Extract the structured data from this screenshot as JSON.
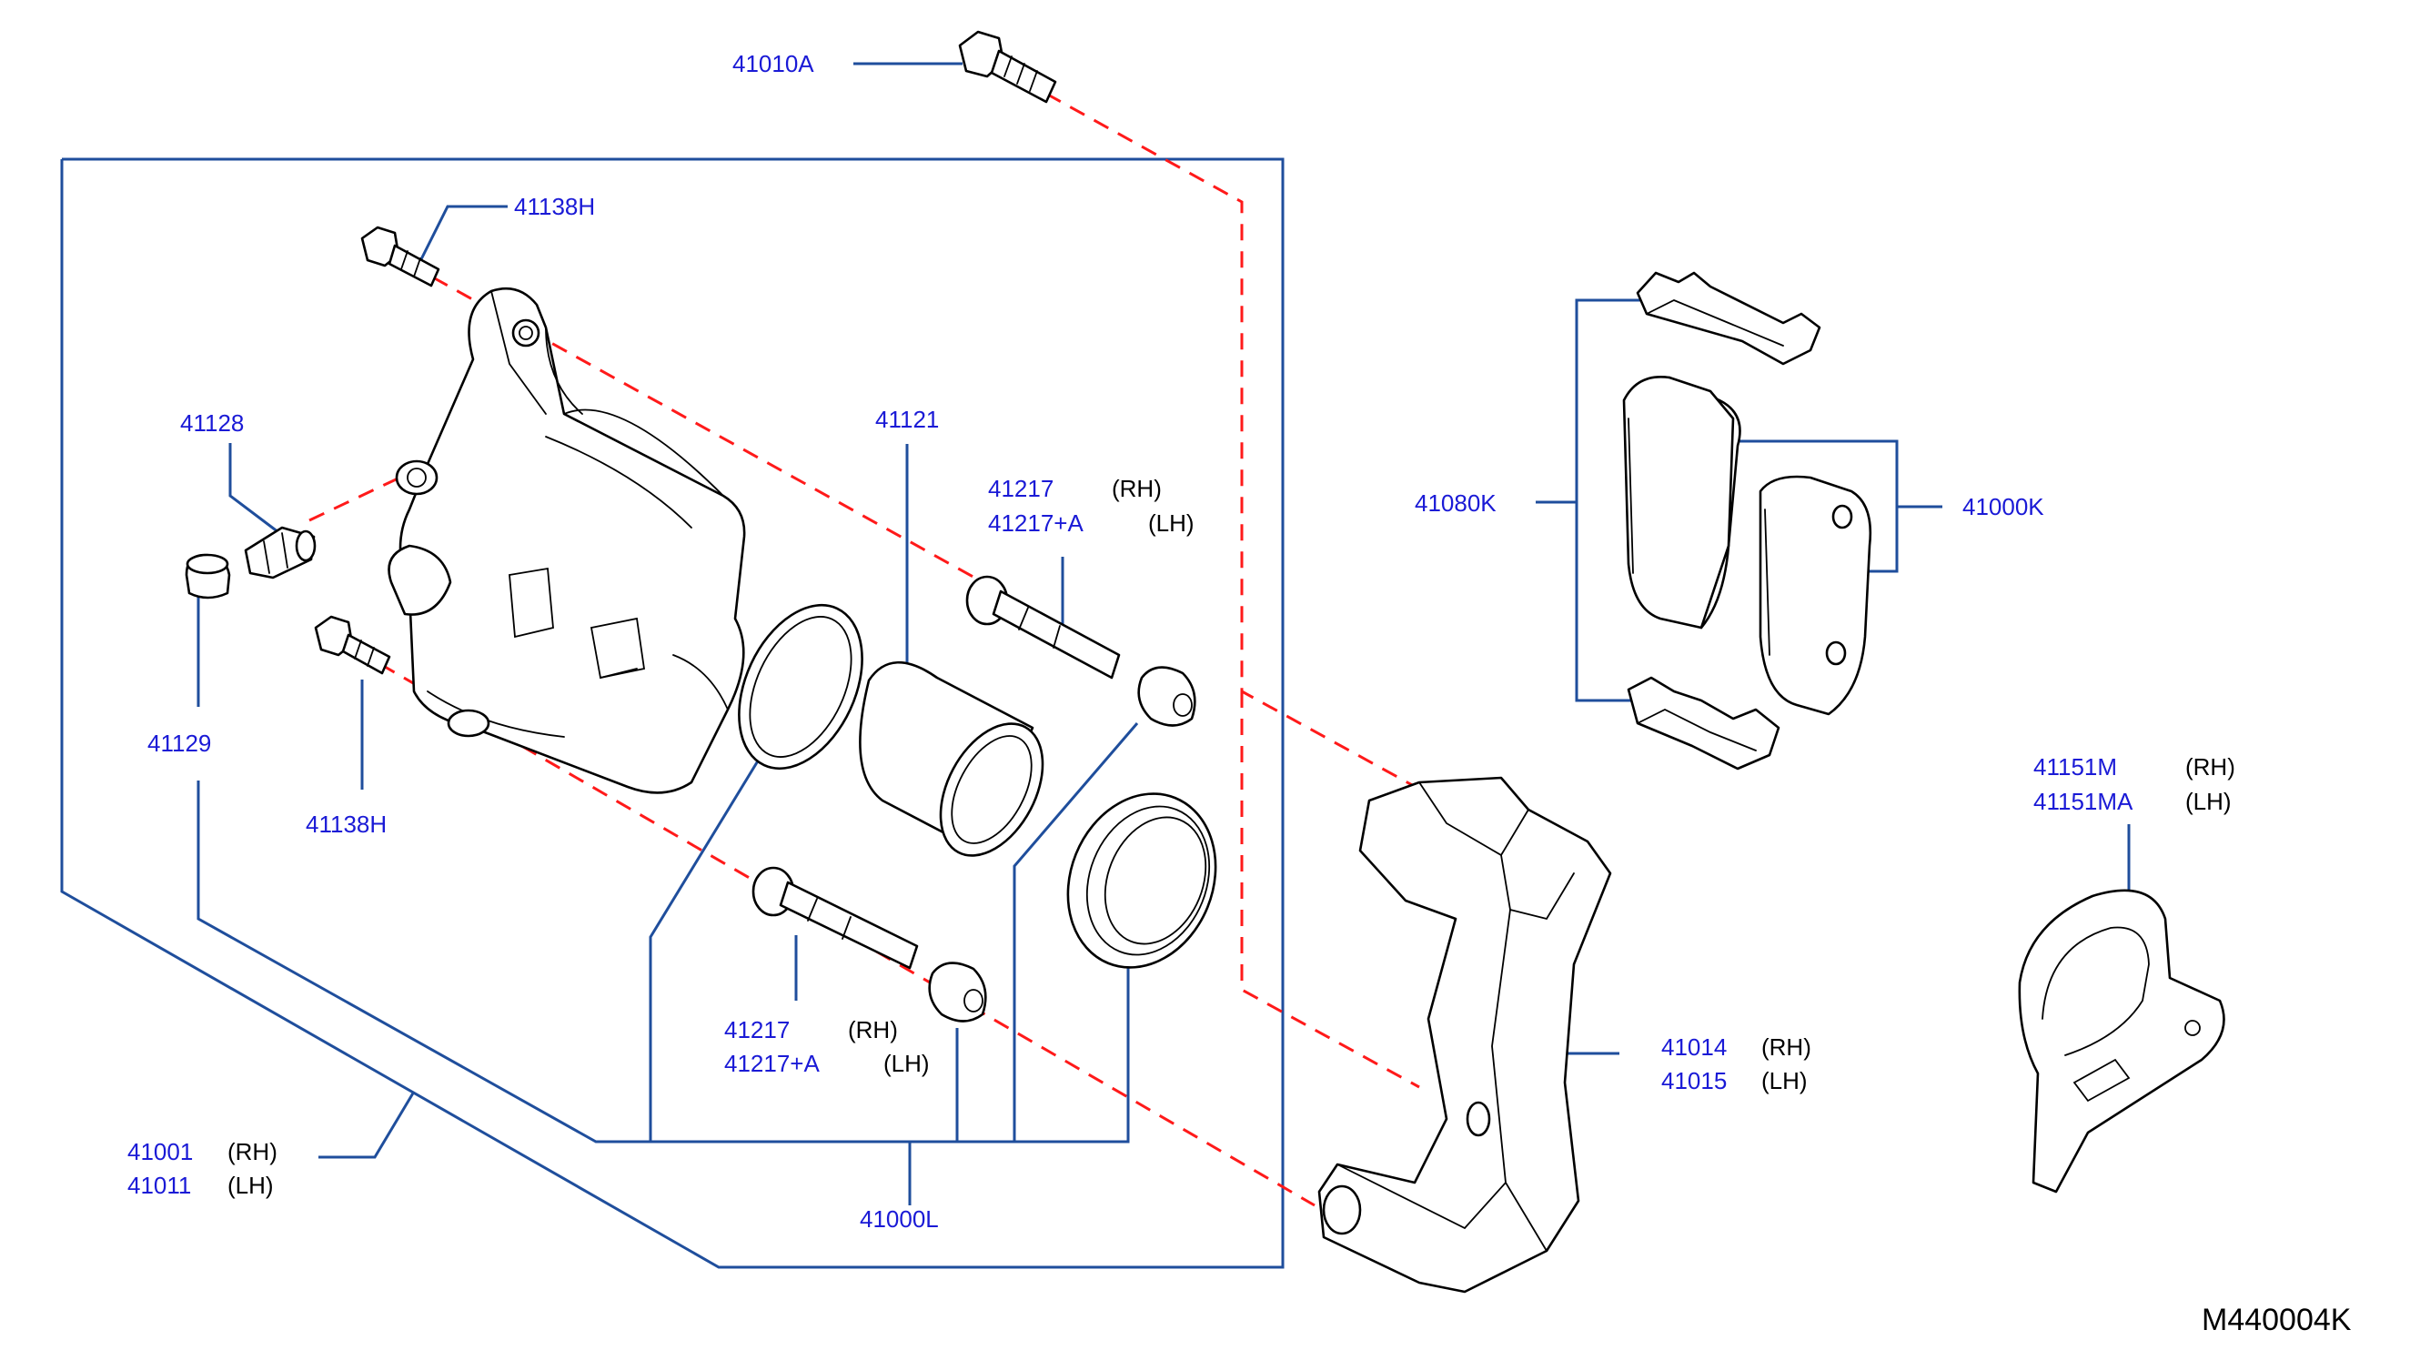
{
  "colors": {
    "part_number_text": "#1a1ad6",
    "leader_line": "#1f4e9c",
    "alignment_dash": "#ff1a1a",
    "part_outline": "#000000",
    "background": "#ffffff"
  },
  "drawing_code": "M440004K",
  "labels": {
    "p41010A": {
      "num": "41010A",
      "side": ""
    },
    "p41138H_top": {
      "num": "41138H",
      "side": ""
    },
    "p41128": {
      "num": "41128",
      "side": ""
    },
    "p41129": {
      "num": "41129",
      "side": ""
    },
    "p41138H_bottom": {
      "num": "41138H",
      "side": ""
    },
    "p41121": {
      "num": "41121",
      "side": ""
    },
    "p41217_upper_rh": {
      "num": "41217",
      "side": "(RH)"
    },
    "p41217_upper_lh": {
      "num": "41217+A",
      "side": "(LH)"
    },
    "p41217_lower_rh": {
      "num": "41217",
      "side": "(RH)"
    },
    "p41217_lower_lh": {
      "num": "41217+A",
      "side": "(LH)"
    },
    "p41001": {
      "num": "41001",
      "side": "(RH)"
    },
    "p41011": {
      "num": "41011",
      "side": "(LH)"
    },
    "p41000L": {
      "num": "41000L",
      "side": ""
    },
    "p41080K": {
      "num": "41080K",
      "side": ""
    },
    "p41000K": {
      "num": "41000K",
      "side": ""
    },
    "p41014": {
      "num": "41014",
      "side": "(RH)"
    },
    "p41015": {
      "num": "41015",
      "side": "(LH)"
    },
    "p41151M": {
      "num": "41151M",
      "side": "(RH)"
    },
    "p41151MA": {
      "num": "41151MA",
      "side": "(LH)"
    }
  }
}
